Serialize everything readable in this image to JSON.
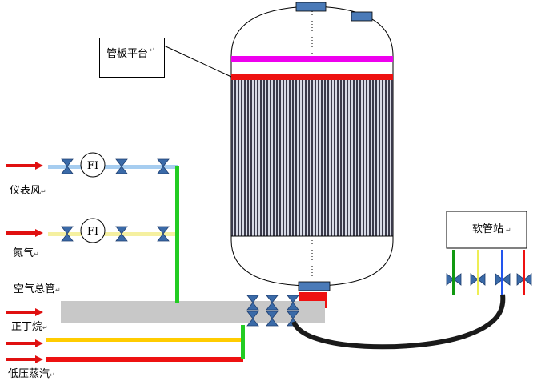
{
  "labels": {
    "tube_sheet_platform": "管板平台",
    "instrument_air": "仪表风",
    "nitrogen": "氮气",
    "air_main": "空气总管",
    "n_butane": "正丁烷",
    "low_pressure_steam": "低压蒸汽",
    "hose_station": "软管站",
    "flow_indicator": "FI",
    "return_mark": "↵"
  },
  "colors": {
    "instrument_air_line": "#a6cdf0",
    "nitrogen_line": "#f5f0a0",
    "vertical_header": "#22cc22",
    "butane_line": "#ffcc00",
    "steam_line": "#ee1111",
    "arrow": "#e01010",
    "air_header": "#c8c8c8",
    "tube_sheet_top": "#ee00ee",
    "tube_sheet_red": "#ee1111",
    "nozzle": "#4a7ab8",
    "valve": "#3a6aa8",
    "hose": "#1a1a1a",
    "hose_green": "#119911",
    "hose_yellow": "#eeee55",
    "hose_blue": "#2255ee",
    "hose_red": "#ee1111"
  }
}
